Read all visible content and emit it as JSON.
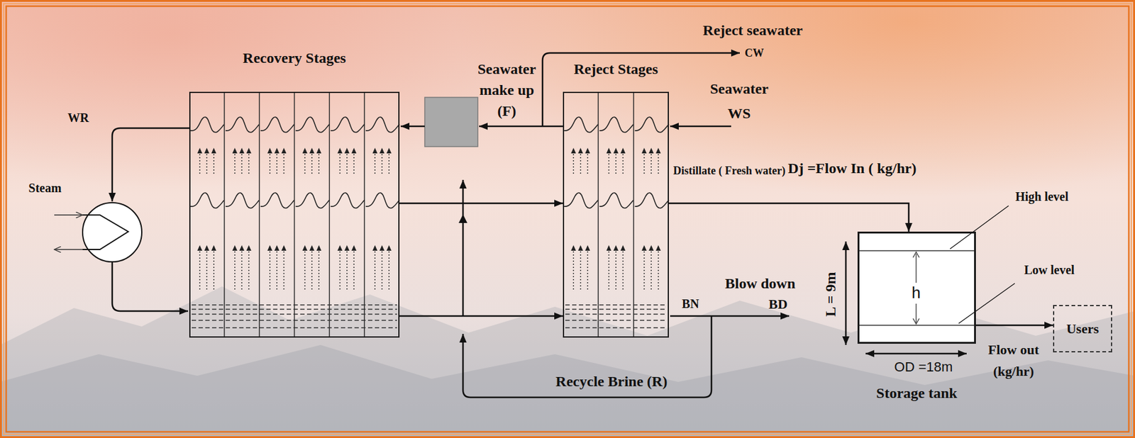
{
  "diagram": {
    "nodes": [
      {
        "text": [
          "Recovery Stages"
        ]
      },
      {
        "text": [
          "Reject Stages"
        ]
      },
      {
        "text": [
          "Storage tank"
        ]
      },
      {
        "text": [
          "Users"
        ]
      }
    ],
    "edges": [
      {
        "from": 0,
        "to": 1,
        "arrow": "to"
      },
      {
        "from": 0,
        "to": 1,
        "arrow": "to"
      },
      {
        "from": 1,
        "to": 2,
        "arrow": "to"
      },
      {
        "from": 2,
        "to": 3,
        "arrow": "to"
      }
    ],
    "labels": [
      "WR",
      "Steam",
      "Seawater make up (F)",
      "Reject seawater",
      "CW",
      "Seawater WS",
      "Distillate ( Fresh water)",
      "Dj =Flow In ( kg/hr)",
      "High level",
      "Low level",
      "h",
      "L = 9m",
      "OD =18m",
      "Flow out (kg/hr)",
      "Blow down",
      "BD",
      "BN",
      "Recycle Brine (R)"
    ]
  }
}
